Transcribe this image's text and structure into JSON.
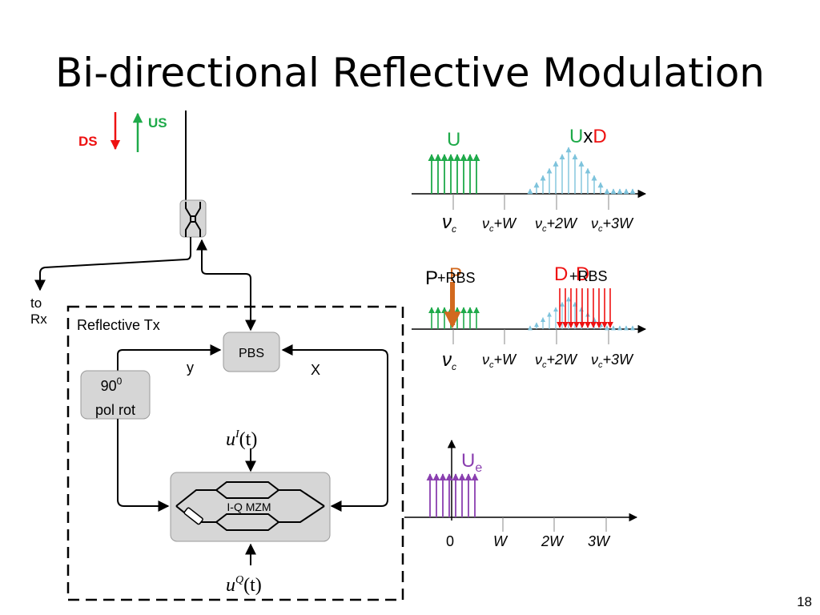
{
  "slide": {
    "title": "Bi-directional Reflective Modulation",
    "page_number": "18"
  },
  "colors": {
    "green": "#1faa4a",
    "red": "#ee1111",
    "light_blue": "#7ec3dc",
    "purple": "#8a3fb0",
    "orange": "#d2691e",
    "box_fill": "#d6d6d6"
  },
  "direction_legend": {
    "ds": "DS",
    "us": "US"
  },
  "circuit": {
    "to_rx": [
      "to",
      "Rx"
    ],
    "reflective_tx": "Reflective Tx",
    "pbs": "PBS",
    "port_y": "y",
    "port_x": "X",
    "rotator": {
      "line1_base": "90",
      "line1_sup": "0",
      "line2": "pol rot"
    },
    "iq_mzm": "I-Q MZM",
    "drive_i": {
      "base": "u",
      "sup": "I",
      "arg": "(t)"
    },
    "drive_q": {
      "base": "u",
      "sup": "Q",
      "arg": "(t)"
    }
  },
  "spectrum_top": {
    "label_u": "U",
    "label_uxd": {
      "u": "U",
      "x": "x",
      "d": "D"
    },
    "ticks": [
      {
        "base": "ν",
        "sub": "c",
        "tail": ""
      },
      {
        "base": "ν",
        "sub": "c",
        "tail": "+W"
      },
      {
        "base": "ν",
        "sub": "c",
        "tail": "+2W"
      },
      {
        "base": "ν",
        "sub": "c",
        "tail": "+3W"
      }
    ]
  },
  "spectrum_mid": {
    "label_p": {
      "p1": "P",
      "p2": "P",
      "suffix": "+RBS"
    },
    "label_d": {
      "d1": "D",
      "d2": "D",
      "suffix": "+RBS"
    },
    "ticks": [
      {
        "base": "ν",
        "sub": "c",
        "tail": ""
      },
      {
        "base": "ν",
        "sub": "c",
        "tail": "+W"
      },
      {
        "base": "ν",
        "sub": "c",
        "tail": "+2W"
      },
      {
        "base": "ν",
        "sub": "c",
        "tail": "+3W"
      }
    ]
  },
  "spectrum_bottom": {
    "label_ue": {
      "base": "U",
      "sub": "e"
    },
    "ticks": [
      "0",
      "W",
      "2W",
      "3W"
    ]
  }
}
